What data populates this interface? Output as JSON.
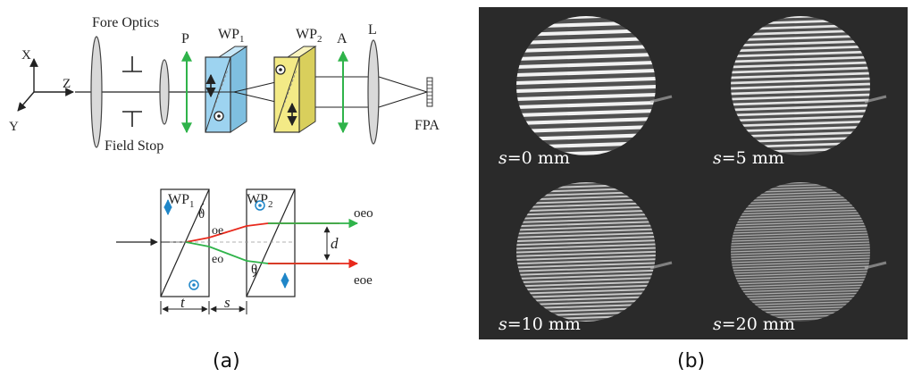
{
  "panel_a": {
    "caption": "(a)",
    "top": {
      "axis_x": "X",
      "axis_y": "Y",
      "axis_z": "Z",
      "fore_optics": "Fore Optics",
      "field_stop": "Field Stop",
      "polarizer": "P",
      "wp1": "WP",
      "wp1_sub": "1",
      "wp2": "WP",
      "wp2_sub": "2",
      "analyzer": "A",
      "lens": "L",
      "detector": "FPA"
    },
    "bottom": {
      "wp1": "WP",
      "wp1_sub": "1",
      "wp2": "WP",
      "wp2_sub": "2",
      "theta1": "θ",
      "theta2": "θ",
      "oe": "oe",
      "eo": "eo",
      "oeo": "oeo",
      "eoe": "eoe",
      "d": "d",
      "t": "t",
      "s": "s"
    },
    "colors": {
      "wp1_fill": "#9dd3f0",
      "wp2_fill": "#f3ea86",
      "polarizer": "#2fb34a",
      "ray_oe": "#e8291c",
      "ray_eo": "#2fb34a",
      "dot_blue": "#1f86c8"
    }
  },
  "panel_b": {
    "caption": "(b)",
    "photos": [
      {
        "var": "s",
        "value": "=0 mm"
      },
      {
        "var": "s",
        "value": "=5 mm"
      },
      {
        "var": "s",
        "value": "=10 mm"
      },
      {
        "var": "s",
        "value": "=20 mm"
      }
    ]
  }
}
